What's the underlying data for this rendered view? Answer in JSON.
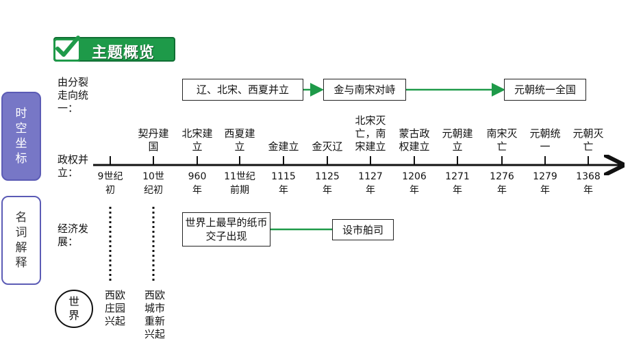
{
  "header": {
    "title": "主题概览",
    "icon": "check-icon"
  },
  "side_tabs": [
    {
      "label": "时空坐标",
      "color": "#7777c6"
    },
    {
      "label": "名词解释",
      "color": "#ffffff"
    }
  ],
  "rows": {
    "unification_label": "由分裂走向统一：",
    "regime_label": "政权并立：",
    "economy_label": "经济发展："
  },
  "unification_boxes": [
    "辽、北宋、西夏并立",
    "金与南宋对峙",
    "元朝统一全国"
  ],
  "timeline": [
    {
      "event": "契丹建国",
      "year": "10世纪初"
    },
    {
      "event": "北宋建立",
      "year": "960年"
    },
    {
      "event": "西夏建立",
      "year": "11世纪前期"
    },
    {
      "event": "金建立",
      "year": "1115年"
    },
    {
      "event": "金灭辽",
      "year": "1125年"
    },
    {
      "event": "北宋灭亡，南宋建立",
      "year": "1127年"
    },
    {
      "event": "蒙古政权建立",
      "year": "1206年"
    },
    {
      "event": "元朝建立",
      "year": "1271年"
    },
    {
      "event": "南宋灭亡",
      "year": "1276年"
    },
    {
      "event": "元朝统一",
      "year": "1279年"
    },
    {
      "event": "元朝灭亡",
      "year": "1368年"
    }
  ],
  "timeline_first_year": "9世纪初",
  "economy_boxes": [
    "世界上最早的纸币交子出现",
    "设市舶司"
  ],
  "world": {
    "label": "世界",
    "items": [
      "西欧庄园兴起",
      "西欧城市重新兴起"
    ]
  },
  "colors": {
    "accent": "#1e9a49",
    "tab_purple": "#7777c6"
  }
}
